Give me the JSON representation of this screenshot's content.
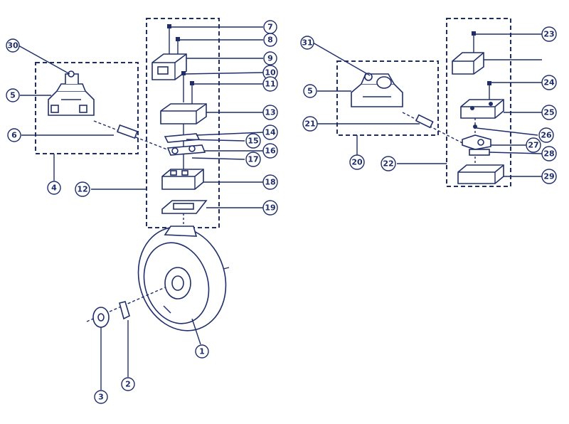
{
  "diagram": {
    "line_color": "#1f2e6b",
    "background": "#ffffff",
    "callouts": [
      "1",
      "2",
      "3",
      "4",
      "5",
      "6",
      "7",
      "8",
      "9",
      "10",
      "11",
      "12",
      "13",
      "14",
      "15",
      "16",
      "17",
      "18",
      "19",
      "20",
      "21",
      "22",
      "23",
      "24",
      "25",
      "26",
      "27",
      "28",
      "29",
      "30",
      "31"
    ],
    "left_group_callouts": [
      "30",
      "5",
      "6",
      "4"
    ],
    "center_group_callouts": [
      "7",
      "8",
      "9",
      "10",
      "11",
      "12",
      "13",
      "14",
      "15",
      "16",
      "17",
      "18",
      "19"
    ],
    "bottom_callouts": [
      "1",
      "2",
      "3"
    ],
    "right_group_callouts": [
      "31",
      "5",
      "21",
      "20",
      "22",
      "23",
      "24",
      "25",
      "26",
      "27",
      "28",
      "29"
    ]
  }
}
